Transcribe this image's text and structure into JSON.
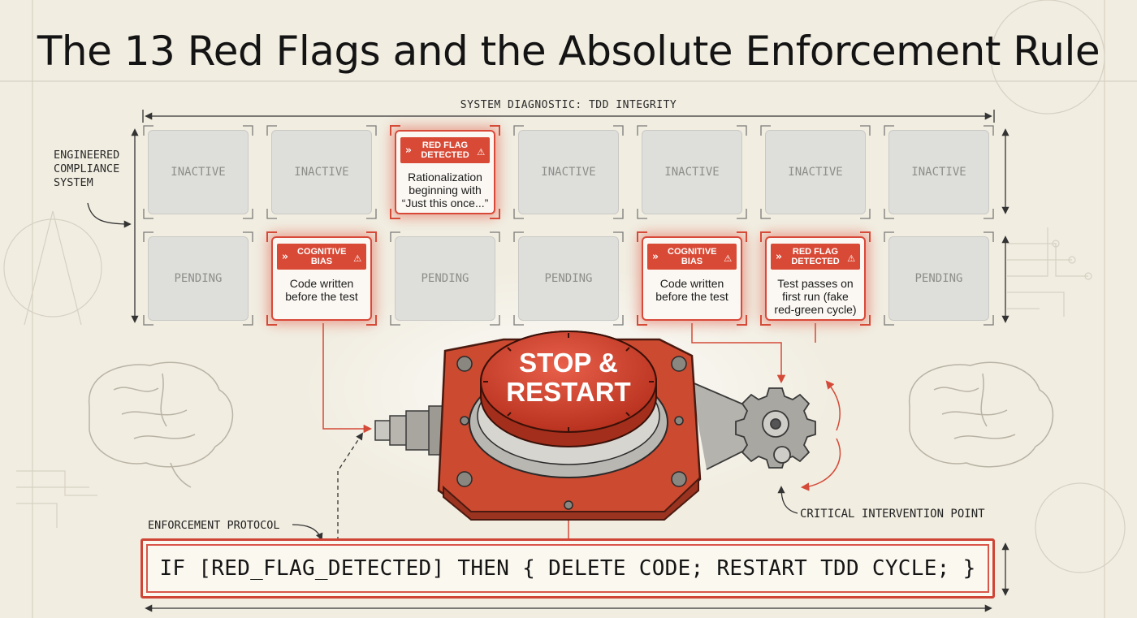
{
  "title": "The 13 Red Flags and the Absolute Enforcement Rule",
  "diagnostic_label": "SYSTEM DIAGNOSTIC: TDD INTEGRITY",
  "side_label": [
    "ENGINEERED",
    "COMPLIANCE",
    "SYSTEM"
  ],
  "row1": [
    {
      "state": "INACTIVE"
    },
    {
      "state": "INACTIVE"
    },
    {
      "state": "alert",
      "header": [
        "RED FLAG",
        "DETECTED"
      ],
      "body": [
        "Rationalization",
        "beginning with",
        "“Just this once...”"
      ]
    },
    {
      "state": "INACTIVE"
    },
    {
      "state": "INACTIVE"
    },
    {
      "state": "INACTIVE"
    },
    {
      "state": "INACTIVE"
    }
  ],
  "row2": [
    {
      "state": "PENDING"
    },
    {
      "state": "alert",
      "header": [
        "COGNITIVE",
        "BIAS"
      ],
      "body": [
        "Code written",
        "before the test"
      ]
    },
    {
      "state": "PENDING"
    },
    {
      "state": "PENDING"
    },
    {
      "state": "alert",
      "header": [
        "COGNITIVE",
        "BIAS"
      ],
      "body": [
        "Code written",
        "before the test"
      ]
    },
    {
      "state": "alert",
      "header": [
        "RED FLAG",
        "DETECTED"
      ],
      "body": [
        "Test passes on",
        "first run (fake",
        "red-green cycle)"
      ]
    },
    {
      "state": "PENDING"
    }
  ],
  "button_label": [
    "STOP &",
    "RESTART"
  ],
  "critical_label": "CRITICAL INTERVENTION POINT",
  "enforcement_label": "ENFORCEMENT PROTOCOL",
  "code": "IF [RED_FLAG_DETECTED] THEN { DELETE CODE; RESTART TDD CYCLE; }",
  "icons": {
    "alert_chevron": "chevrons-right-icon",
    "alert_warning": "warning-triangle-icon"
  },
  "colors": {
    "alert": "#d84a36",
    "inactive_tile": "#dededb",
    "background": "#f1ede1"
  }
}
